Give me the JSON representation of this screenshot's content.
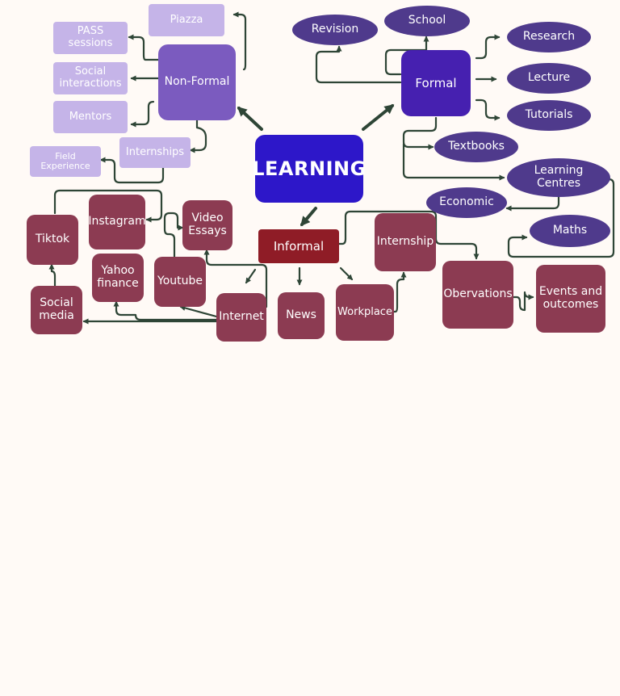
{
  "diagram": {
    "center": "LEARNING",
    "non_formal": {
      "title": "Non-Formal",
      "piazza": "Piazza",
      "pass_sessions": "PASS\nsessions",
      "social_interactions": "Social\ninteractions",
      "mentors": "Mentors",
      "internships": "Internships",
      "field_experience": "Field\nExperience"
    },
    "formal": {
      "title": "Formal",
      "revision": "Revision",
      "school": "School",
      "research": "Research",
      "lecture": "Lecture",
      "tutorials": "Tutorials",
      "textbooks": "Textbooks",
      "learning_centres": "Learning\nCentres",
      "economic": "Economic",
      "maths": "Maths"
    },
    "informal": {
      "title": "Informal",
      "internet": "Internet",
      "news": "News",
      "workplace": "Workplace",
      "internship": "Internship",
      "observations": "Obervations",
      "events_outcomes": "Events and\noutcomes",
      "tiktok": "Tiktok",
      "instagram": "Instagram",
      "video_essays": "Video\nEssays",
      "yahoo_finance": "Yahoo\nfinance",
      "youtube": "Youtube",
      "social_media": "Social\nmedia"
    }
  },
  "colors": {
    "background": "#fffaf6",
    "connector": "#2e4536",
    "center": "#2d17c9",
    "non_formal_main": "#7b5bbf",
    "non_formal_leaf": "#c5b4e8",
    "formal_main": "#4620b0",
    "formal_leaf": "#4f3a8c",
    "informal_main": "#8f1c26",
    "informal_leaf": "#8c3b52"
  }
}
